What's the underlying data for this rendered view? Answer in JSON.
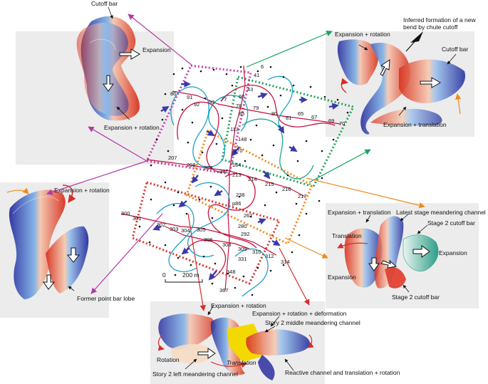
{
  "colors": {
    "panel_bg": "#ececec",
    "red_arrow": "#d92b2b",
    "green_arrow": "#1aa260",
    "purple_arrow": "#b03aa6",
    "orange_arrow": "#ee8a1e",
    "channel_red": "#c4123e",
    "channel_cyan": "#1aa2c9",
    "channel_teal": "#1fa58c",
    "dot_magenta": "#c83fa6",
    "dot_green": "#1fa35a",
    "dot_orange": "#f08a1c",
    "dot_red": "#d7332a",
    "flow_arrow": "#3a3aa8",
    "stage2_bar": "#2f9e88",
    "story2_yellow": "#f2d900"
  },
  "labels": {
    "cutoff_bar_tl": "Cutoff bar",
    "expansion_tl": "Expansion",
    "expansion_rotation_tl": "Expansion + rotation",
    "expansion_rotation_tr": "Expansion + rotation",
    "inferred_formation": "Inferred formation of a new bend by chute cutoff",
    "cutoff_bar_tr": "Cutoff bar",
    "expansion_translation_tr": "Expansion + translation",
    "expansion_rotation_l": "Expansion + rotation",
    "former_point_bar": "Former point bar lobe",
    "expansion_translation_r": "Expansion + translation",
    "latest_stage": "Latest stage meandering channel",
    "stage2_cutoff_bar_top": "Stage 2 cutoff bar",
    "translation_r": "Translation",
    "expansion_r_left": "Expansion",
    "expansion_r_right": "Expansion",
    "stage2_cutoff_bar_bottom": "Stage 2 cutoff bar",
    "expansion_rotation_b": "Expansion + rotation",
    "expansion_rotation_deformation": "Expansion + rotation + deformation",
    "story2_middle": "Story 2 middle meandering channel",
    "rotation_b": "Rotation",
    "translation_b": "Translation",
    "story2_left": "Story 2 left meandering channel",
    "reactive_channel": "Reactive channel and translation + rotation"
  },
  "scale_bar": {
    "zero": "0",
    "length": "200 m"
  },
  "well_numbers": [
    "6",
    "41",
    "43",
    "60",
    "78",
    "79",
    "80",
    "81",
    "65",
    "67",
    "69",
    "70",
    "85",
    "86",
    "91",
    "92",
    "93",
    "77",
    "113",
    "148",
    "170",
    "184",
    "207",
    "208",
    "209",
    "211",
    "213",
    "214",
    "215",
    "216",
    "217",
    "238",
    "p86",
    "262",
    "280",
    "292",
    "300",
    "301",
    "302",
    "303",
    "304",
    "305",
    "306",
    "308",
    "309",
    "310",
    "312",
    "314",
    "331",
    "348",
    "367"
  ]
}
